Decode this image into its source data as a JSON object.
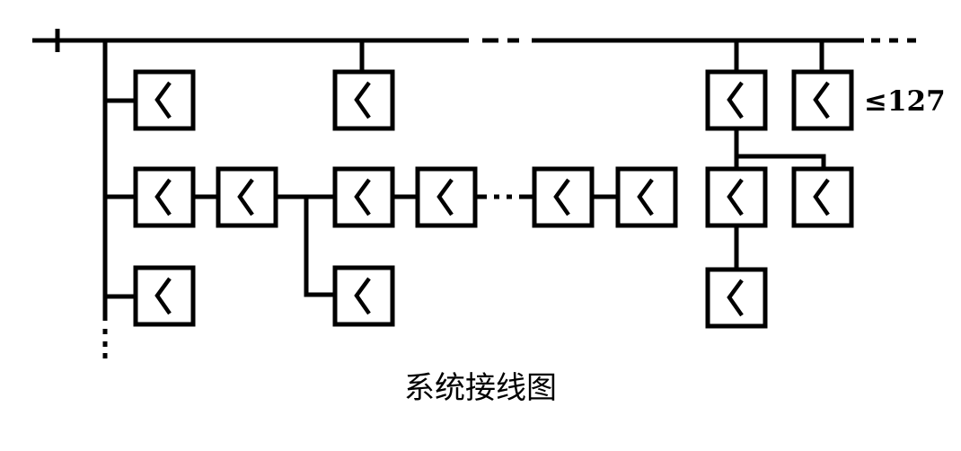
{
  "diagram": {
    "count_label": "≤127",
    "caption": "系统接线图",
    "stroke_color": "#000000",
    "background": "#ffffff",
    "node_icon": "repeater-zigzag-symbol",
    "nodes": [
      {
        "id": "n1",
        "group": "left-branch"
      },
      {
        "id": "n2",
        "group": "left-branch"
      },
      {
        "id": "n3",
        "group": "left-branch"
      },
      {
        "id": "n4",
        "group": "chain"
      },
      {
        "id": "n5",
        "group": "chain"
      },
      {
        "id": "n6",
        "group": "chain"
      },
      {
        "id": "n7",
        "group": "chain"
      },
      {
        "id": "n8",
        "group": "chain"
      },
      {
        "id": "n9",
        "group": "chain-drop"
      },
      {
        "id": "n10",
        "group": "bus-drop"
      },
      {
        "id": "n11",
        "group": "right-cluster"
      },
      {
        "id": "n12",
        "group": "right-cluster"
      },
      {
        "id": "n13",
        "group": "right-cluster"
      },
      {
        "id": "n14",
        "group": "right-cluster"
      },
      {
        "id": "n15",
        "group": "right-cluster"
      }
    ]
  }
}
